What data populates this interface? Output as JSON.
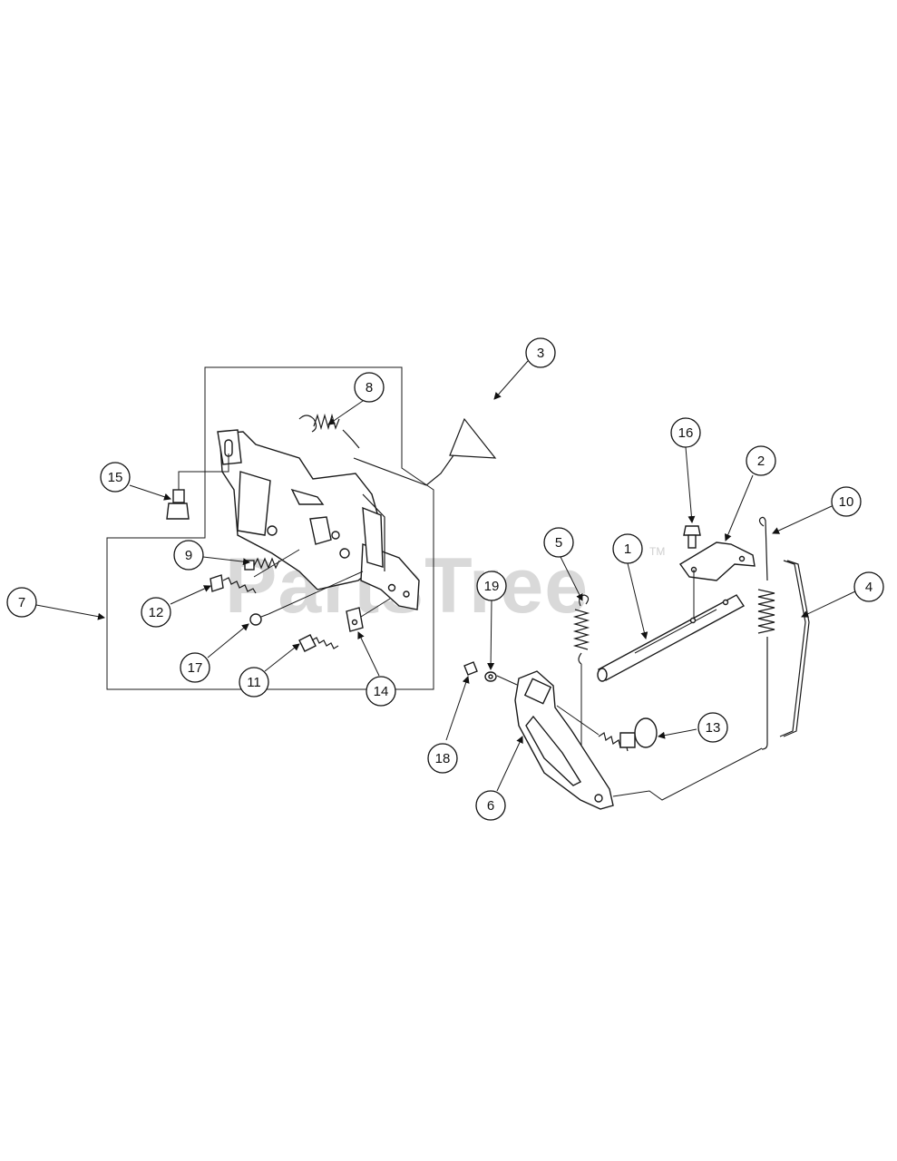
{
  "watermark": {
    "text": "PartsTree",
    "tm": "TM"
  },
  "callouts": [
    {
      "id": "1",
      "label": "1"
    },
    {
      "id": "2",
      "label": "2"
    },
    {
      "id": "3",
      "label": "3"
    },
    {
      "id": "4",
      "label": "4"
    },
    {
      "id": "5",
      "label": "5"
    },
    {
      "id": "6",
      "label": "6"
    },
    {
      "id": "7",
      "label": "7"
    },
    {
      "id": "8",
      "label": "8"
    },
    {
      "id": "9",
      "label": "9"
    },
    {
      "id": "10",
      "label": "10"
    },
    {
      "id": "11",
      "label": "11"
    },
    {
      "id": "12",
      "label": "12"
    },
    {
      "id": "13",
      "label": "13"
    },
    {
      "id": "14",
      "label": "14"
    },
    {
      "id": "15",
      "label": "15"
    },
    {
      "id": "16",
      "label": "16"
    },
    {
      "id": "17",
      "label": "17"
    },
    {
      "id": "18",
      "label": "18"
    },
    {
      "id": "19",
      "label": "19"
    }
  ]
}
